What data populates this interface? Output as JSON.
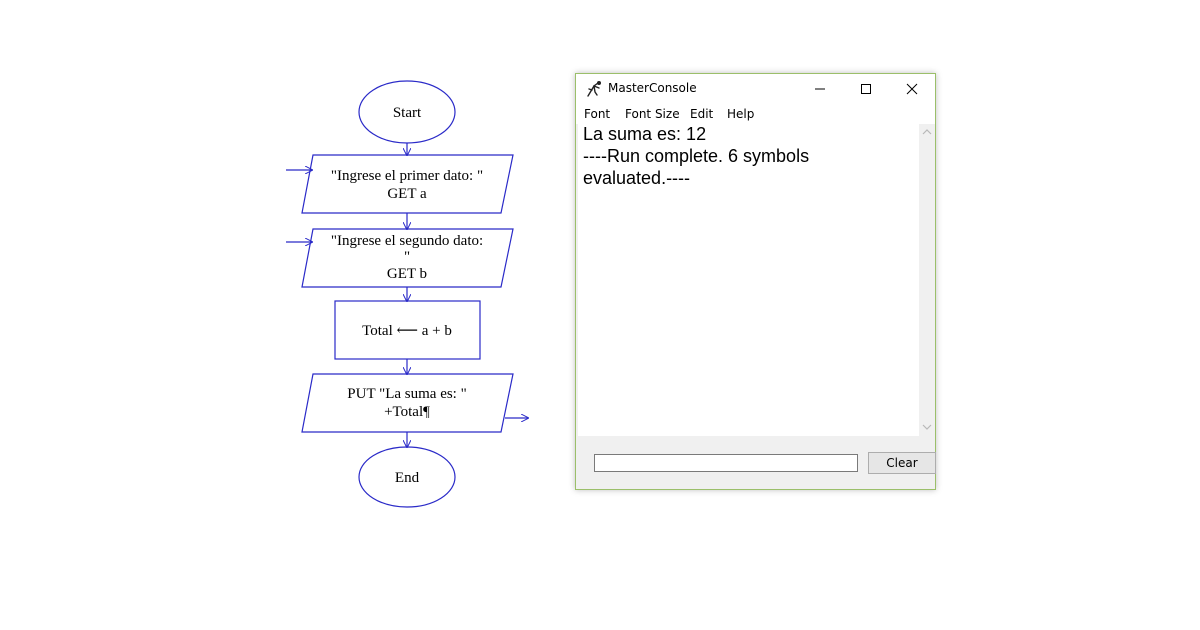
{
  "flowchart": {
    "start_label": "Start",
    "input1_line1": "\"Ingrese el primer dato: \"",
    "input1_line2": "GET a",
    "input2_line1": "\"Ingrese el segundo dato:",
    "input2_line2": "\"",
    "input2_line3": "GET b",
    "process_label": "Total ⟵ a + b",
    "output_line1": "PUT \"La suma es: \"",
    "output_line2": "+Total¶",
    "end_label": "End",
    "stroke_color": "#2a2ac8"
  },
  "console": {
    "title": "MasterConsole",
    "menu": [
      "Font",
      "Font Size",
      "Edit",
      "Help"
    ],
    "output_lines": [
      "La suma es: 12",
      "----Run complete.  6 symbols",
      "evaluated.----"
    ],
    "input_value": "",
    "clear_label": "Clear",
    "border_color": "#9bbf6a"
  }
}
